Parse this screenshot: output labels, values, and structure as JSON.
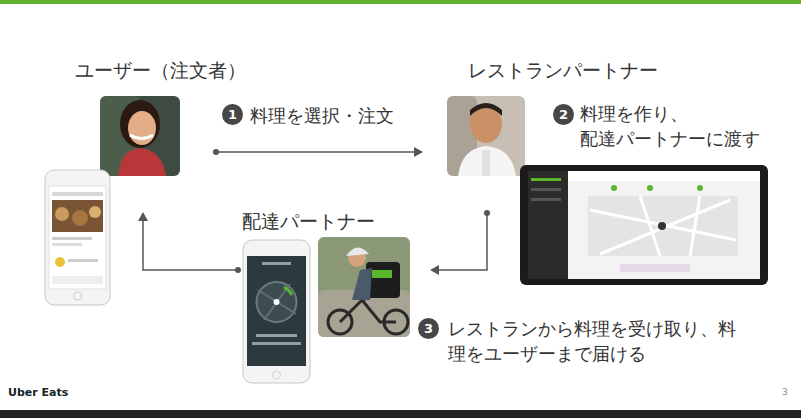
{
  "diagram": {
    "nodes": [
      {
        "text": [
          "ユーザー（注文者）"
        ]
      },
      {
        "text": [
          "レストランパートナー"
        ]
      },
      {
        "text": [
          "配達パートナー"
        ]
      }
    ],
    "edges": [
      {
        "from": 0,
        "to": 1,
        "arrow": "to",
        "label": "料理を選択・注文"
      },
      {
        "from": 1,
        "to": 2,
        "arrow": "to"
      },
      {
        "from": 2,
        "to": 0,
        "arrow": "to"
      }
    ],
    "labels": [
      "1",
      "2",
      "料理を作り、 配達パートナーに渡す",
      "3",
      "レストランから料理を受け取り、料 理をユーザーまで届ける",
      "Uber Eats",
      "3"
    ]
  }
}
